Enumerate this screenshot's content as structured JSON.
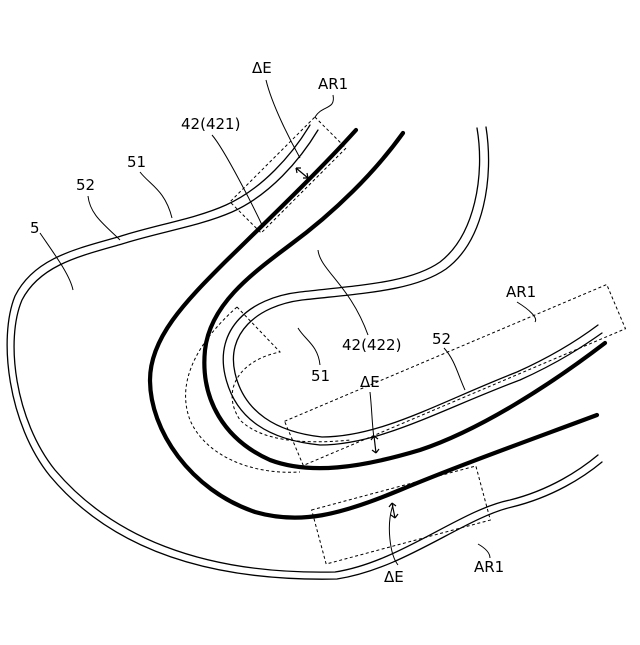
{
  "figure": {
    "labels": {
      "part_5": "5",
      "part_52_top": "52",
      "part_51_top": "51",
      "part_42_421": "42(421)",
      "delta_e_top": "ΔE",
      "ar1_top": "AR1",
      "ar1_right": "AR1",
      "part_52_right": "52",
      "part_42_422": "42(422)",
      "part_51_inner": "51",
      "delta_e_middle": "ΔE",
      "delta_e_bottom": "ΔE",
      "ar1_bottom": "AR1"
    }
  }
}
